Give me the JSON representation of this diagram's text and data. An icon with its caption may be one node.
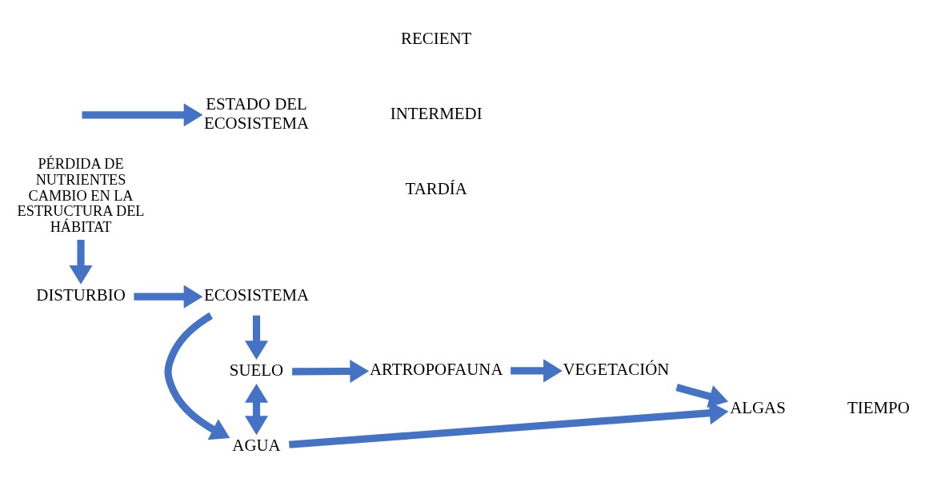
{
  "diagram": {
    "nodes": [
      {
        "text": [
          "SUELO"
        ]
      },
      {
        "text": [
          "ARTROPOFAUNA"
        ]
      },
      {
        "text": [
          "VEGETACIÓN"
        ]
      },
      {
        "text": [
          "DISTURBIO"
        ]
      },
      {
        "text": [
          "ECOSISTEMA"
        ]
      },
      {
        "text": [
          "PÉRDIDA DE NUTRIENTES CAMBIO EN LA ESTRUCTURA DEL HÁBITAT"
        ]
      },
      {
        "text": [
          "AGUA"
        ]
      },
      {
        "text": [
          "ALGAS"
        ]
      },
      {
        "text": [
          "ESTADO DEL ECOSISTEMA"
        ]
      }
    ],
    "edges": [
      {
        "from": 0,
        "to": 1,
        "arrow": "to"
      },
      {
        "from": 1,
        "to": 2,
        "arrow": "to"
      },
      {
        "from": 3,
        "to": 4,
        "arrow": "to"
      },
      {
        "from": 4,
        "to": 0,
        "arrow": "to"
      },
      {
        "from": 4,
        "to": 6,
        "arrow": "to"
      },
      {
        "from": 5,
        "to": 3,
        "arrow": "to"
      },
      {
        "from": 0,
        "to": 6,
        "arrow": "both"
      },
      {
        "from": 6,
        "to": 7,
        "arrow": "to"
      },
      {
        "from": 2,
        "to": 7,
        "arrow": "to"
      },
      {
        "from": null,
        "to": 8,
        "arrow": "to"
      }
    ],
    "labels": [
      "RECIENT",
      "INTERMEDI",
      "TARDÍA",
      "TIEMPO"
    ]
  }
}
